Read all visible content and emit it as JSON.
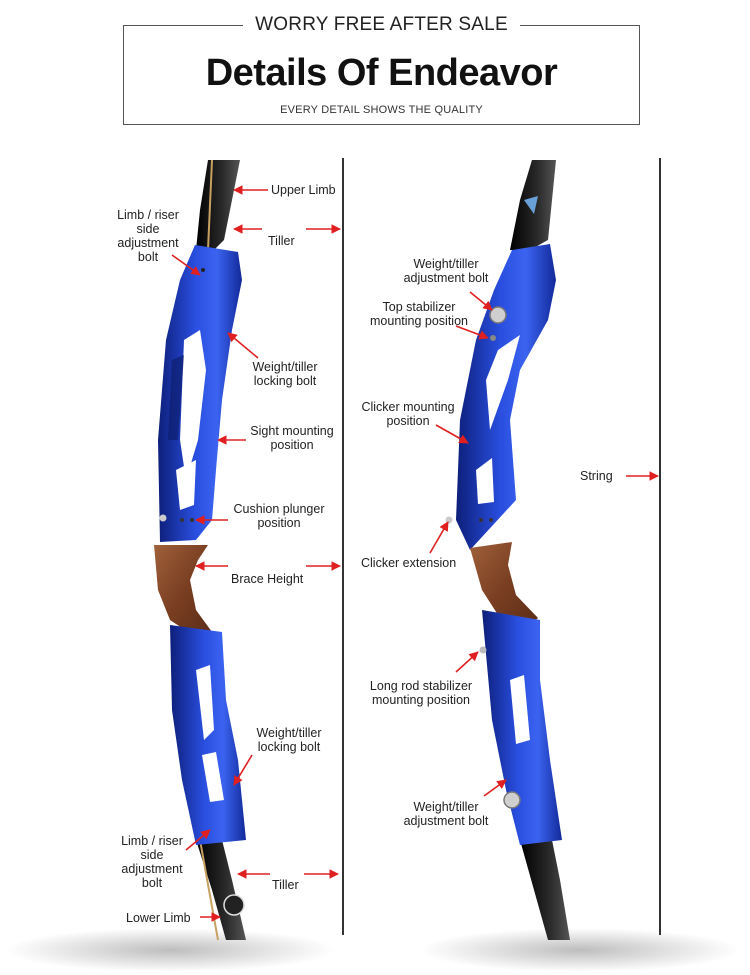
{
  "header": {
    "tagline": "WORRY FREE AFTER SALE",
    "title": "Details Of Endeavor",
    "subtitle": "EVERY DETAIL SHOWS THE QUALITY"
  },
  "left_labels": {
    "upper_limb": "Upper Limb",
    "limb_riser_top": [
      "Limb / riser",
      "side",
      "adjustment",
      "bolt"
    ],
    "tiller_top": "Tiller",
    "weight_locking_top": [
      "Weight/tiller",
      "locking bolt"
    ],
    "sight_mounting": [
      "Sight mounting",
      "position"
    ],
    "cushion_plunger": [
      "Cushion plunger",
      "position"
    ],
    "brace_height": "Brace Height",
    "weight_locking_bottom": [
      "Weight/tiller",
      "locking bolt"
    ],
    "limb_riser_bottom": [
      "Limb / riser",
      "side",
      "adjustment",
      "bolt"
    ],
    "tiller_bottom": "Tiller",
    "lower_limb": "Lower Limb"
  },
  "right_labels": {
    "weight_adjust_top": [
      "Weight/tiller",
      "adjustment bolt"
    ],
    "top_stabilizer": [
      "Top stabilizer",
      "mounting position"
    ],
    "clicker_mounting": [
      "Clicker mounting",
      "position"
    ],
    "string": "String",
    "clicker_extension": "Clicker extension",
    "long_rod": [
      "Long rod stabilizer",
      "mounting position"
    ],
    "weight_adjust_bottom": [
      "Weight/tiller",
      "adjustment bolt"
    ]
  },
  "colors": {
    "riser_blue": "#1f3fc4",
    "riser_dark": "#0d1f7a",
    "grip_wood": "#8a4a2a",
    "arrow_red": "#e02020",
    "limb_black": "#111111"
  }
}
